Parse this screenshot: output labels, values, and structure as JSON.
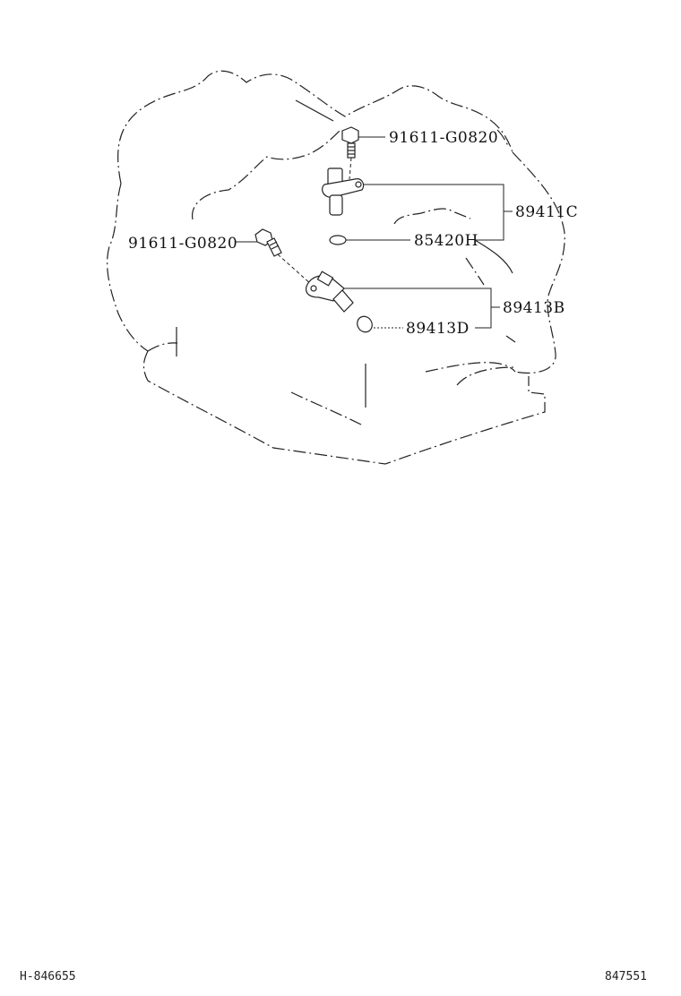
{
  "diagram": {
    "part_labels": {
      "bolt_upper": "91611-G0820",
      "bolt_left": "91611-G0820",
      "sensor_upper": "89411C",
      "oring_upper": "85420H",
      "sensor_lower": "89413B",
      "oring_lower": "89413D"
    }
  },
  "footer": {
    "left_code": "H-846655",
    "right_code": "847551"
  }
}
